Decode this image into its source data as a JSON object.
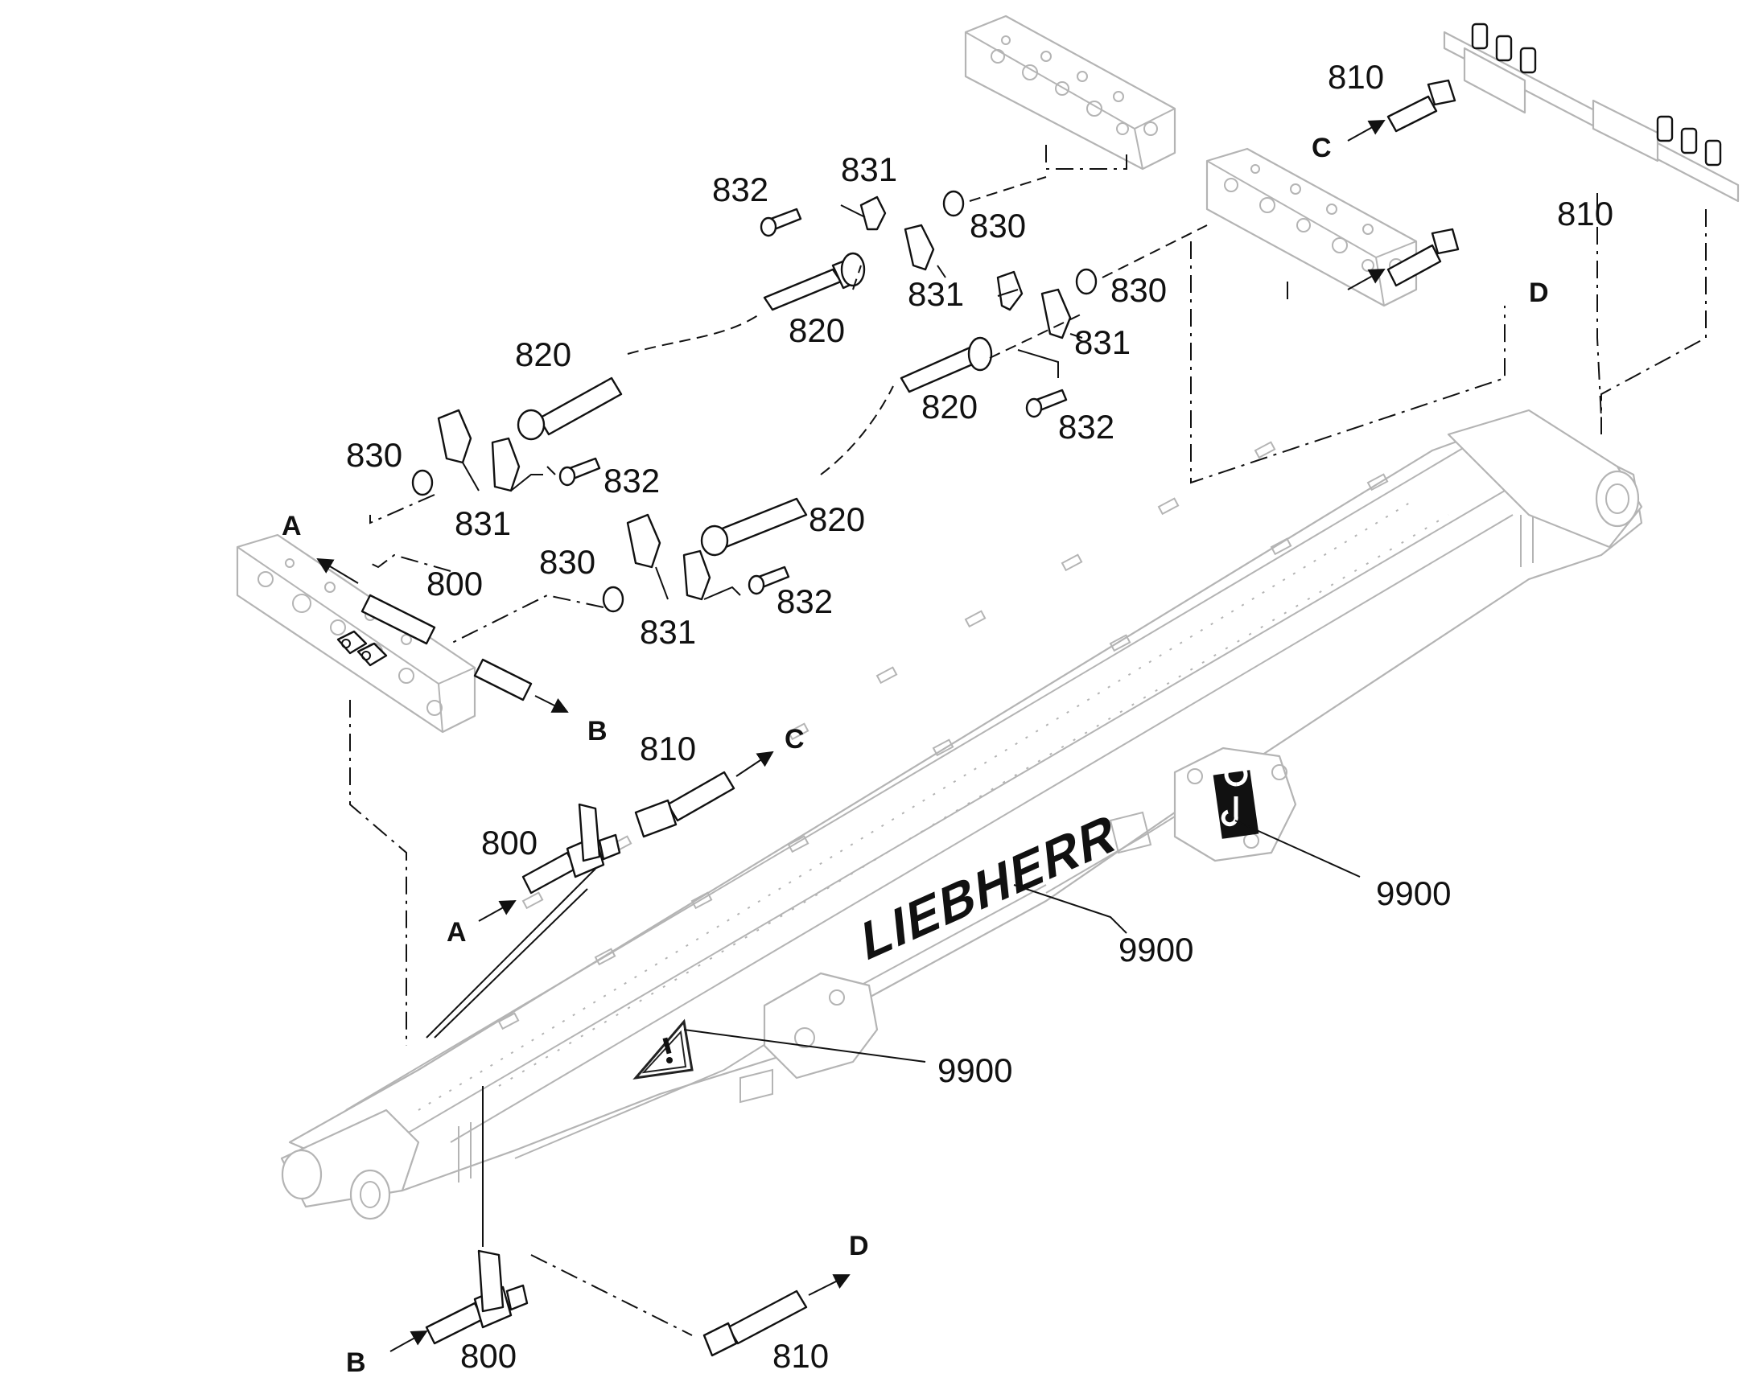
{
  "brand_logo_text": "LIEBHERR",
  "letters": {
    "a": "A",
    "b": "B",
    "c": "C",
    "d": "D"
  },
  "part_numbers": {
    "p800": "800",
    "p810": "810",
    "p820": "820",
    "p830": "830",
    "p831": "831",
    "p832": "832",
    "p9900": "9900"
  }
}
